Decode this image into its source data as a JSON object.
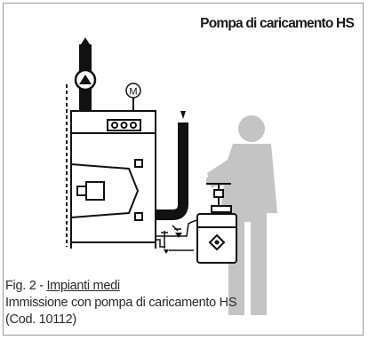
{
  "title": "Pompa di caricamento HS",
  "caption": {
    "fig_prefix": "Fig. 2 - ",
    "fig_link": "Impianti medi",
    "line2": "Immissione con pompa di caricamento HS",
    "line3": "(Cod. 10112)"
  },
  "motor_symbol": "M",
  "colors": {
    "pipe": "#111111",
    "boiler": "#ffffff",
    "person": "#c4c4c4",
    "frame": "#9a9a9a"
  }
}
